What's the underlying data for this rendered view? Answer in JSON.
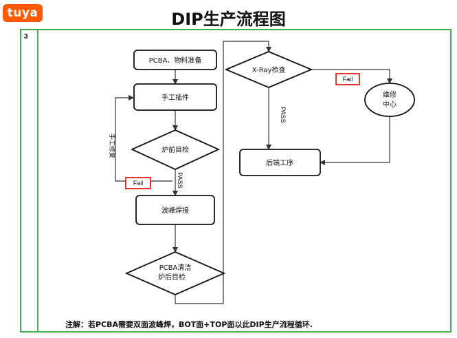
{
  "logo": {
    "text": "tuya",
    "color": "#ff5a00"
  },
  "title": "DIP生产流程图",
  "step_number": "3",
  "nodes": {
    "prepare": "PCBA、物料准备",
    "manual_insert": "手工插件",
    "pre_furnace_check": "炉前目检",
    "wave_solder": "波峰焊接",
    "clean_line1": "PCBA清洁",
    "clean_line2": "炉后目检",
    "xray": "X-Ray检查",
    "post_process": "后端工序",
    "repair_line1": "维修",
    "repair_line2": "中心"
  },
  "edge_labels": {
    "manual_repair": "手工修复",
    "fail_left": "Fail",
    "pass_left": "PASS",
    "fail_right": "Fail",
    "pass_right": "PASS"
  },
  "note": "注解：若PCBA需要双面波峰焊，BOT面+TOP面以此DIP生产流程循环.",
  "colors": {
    "frame": "#3cb34a",
    "fail_box": "#e0201a",
    "line": "#333333"
  }
}
